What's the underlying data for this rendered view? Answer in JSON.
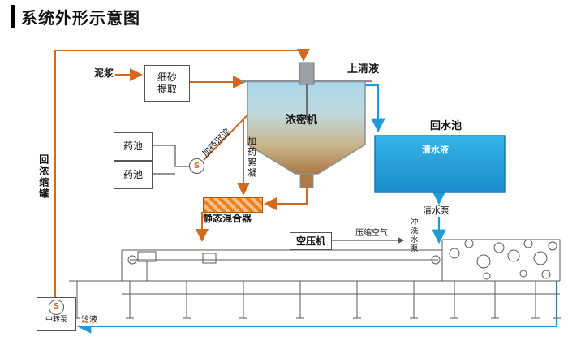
{
  "title": "系统外形示意图",
  "nodes": {
    "fine_sand_extraction": {
      "line1": "细砂",
      "line2": "提取"
    },
    "chem_pool_1": "药池",
    "chem_pool_2": "药池",
    "thickener": "浓密机",
    "return_pool": "回水池",
    "clear_water": "清水液",
    "static_mixer": "静态混合器",
    "air_compressor": "空压机",
    "transfer_pump": "中转泵"
  },
  "flows": {
    "mud": "泥浆",
    "supernatant": "上清液",
    "dosing_sedimentation": "加药沉淀",
    "dosing_flocculation": "加药絮凝",
    "clear_water_pump": "清水泵",
    "flush_water_pump": "冲洗水泵",
    "compressed_air": "压缩空气",
    "return_concentrate_tank": "回浓缩罐",
    "filtrate": "滤液"
  },
  "icons": {
    "pump": "S"
  },
  "colors": {
    "process_line": "#D2691E",
    "water_line": "#1E9CD7",
    "pool_fill": "#29ABE2",
    "mixer_fill": "#E8821E"
  }
}
